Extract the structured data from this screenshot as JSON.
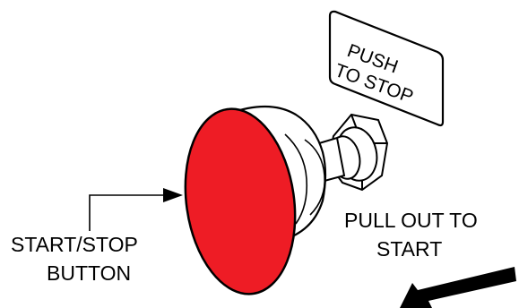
{
  "placard": {
    "line1": "PUSH",
    "line2": "TO STOP"
  },
  "callouts": {
    "button_label_line1": "START/STOP",
    "button_label_line2": "BUTTON",
    "pull_label_line1": "PULL OUT TO",
    "pull_label_line2": "START"
  },
  "colors": {
    "button_face": "#ee1c25",
    "outline": "#000000",
    "background": "#ffffff"
  }
}
